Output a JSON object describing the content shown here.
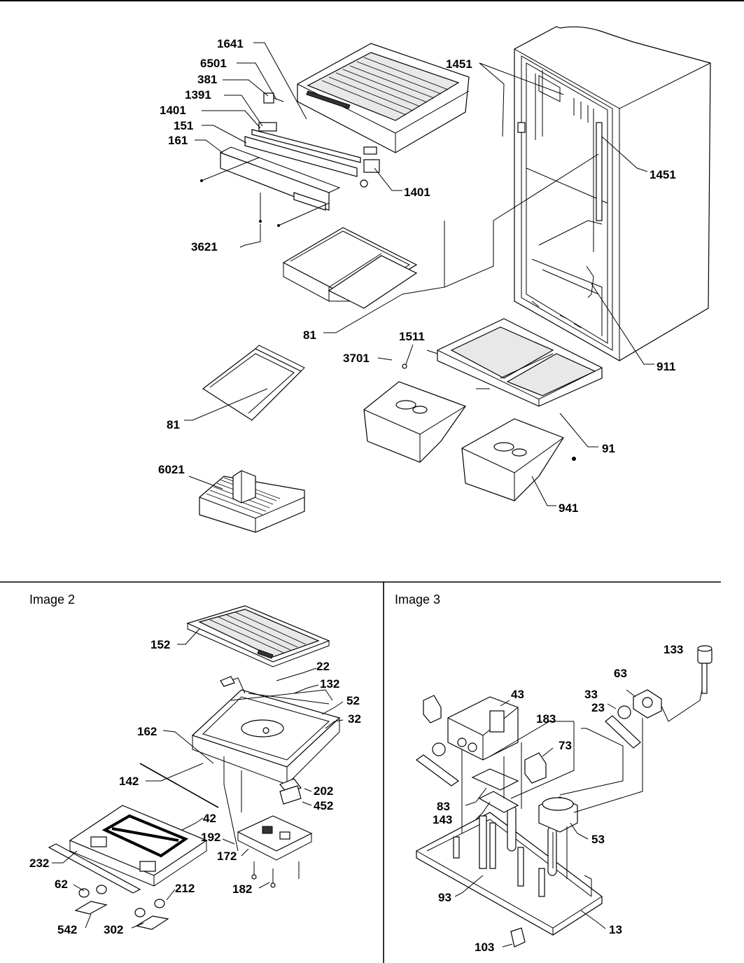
{
  "panel2_title": "Image 2",
  "panel3_title": "Image 3",
  "labels": {
    "l1641": "1641",
    "l6501": "6501",
    "l381": "381",
    "l1391": "1391",
    "l1401a": "1401",
    "l151": "151",
    "l161": "161",
    "l1401b": "1401",
    "l3621": "3621",
    "l1451a": "1451",
    "l1451b": "1451",
    "l81a": "81",
    "l81b": "81",
    "l1511": "1511",
    "l3701": "3701",
    "l911": "911",
    "l91": "91",
    "l6021": "6021",
    "l941": "941",
    "l152": "152",
    "l22": "22",
    "l132": "132",
    "l52": "52",
    "l32": "32",
    "l162": "162",
    "l142": "142",
    "l202": "202",
    "l452": "452",
    "l42": "42",
    "l192": "192",
    "l172": "172",
    "l232": "232",
    "l62": "62",
    "l212": "212",
    "l182": "182",
    "l542": "542",
    "l302": "302",
    "l133": "133",
    "l63": "63",
    "l43": "43",
    "l33": "33",
    "l183": "183",
    "l23": "23",
    "l73": "73",
    "l83": "83",
    "l143": "143",
    "l53": "53",
    "l93": "93",
    "l13": "13",
    "l103": "103"
  }
}
